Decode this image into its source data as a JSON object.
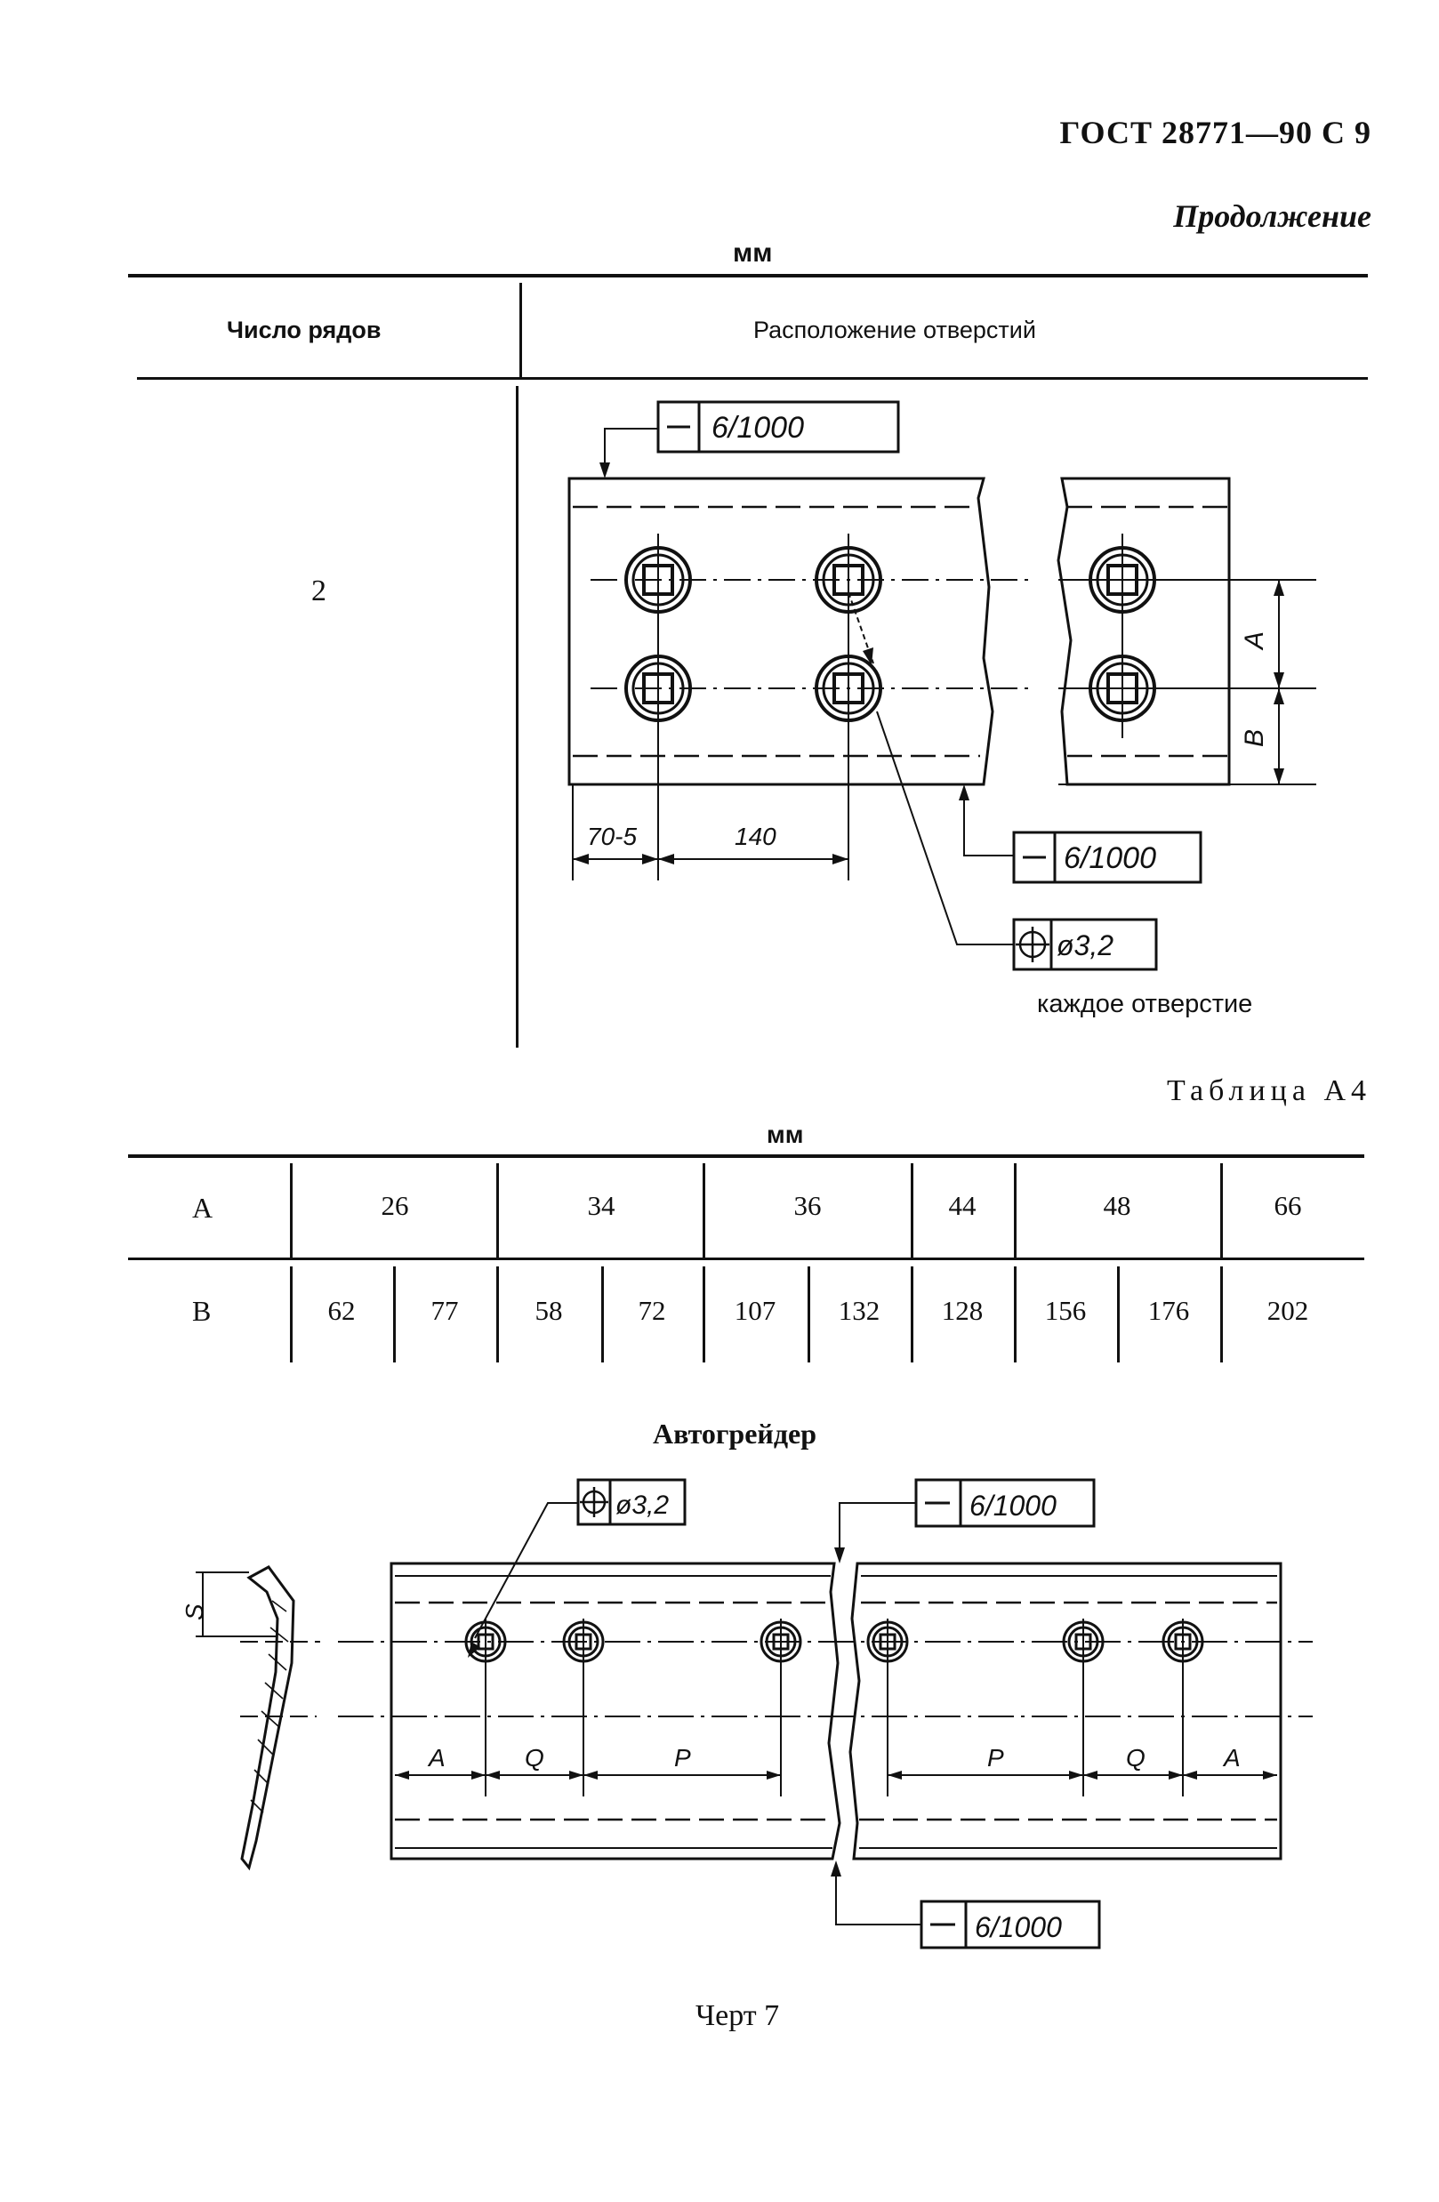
{
  "header": {
    "standard": "ГОСТ 28771—90 С 9",
    "continuation": "Продолжение"
  },
  "top_table": {
    "unit": "мм",
    "col1_header": "Число рядов",
    "col2_header": "Расположение отверстий",
    "rows_value": "2",
    "drawing": {
      "tolerance_flat_1": "6/1000",
      "tolerance_flat_2": "6/1000",
      "position_tolerance": "ø3,2",
      "dim_edge": "70-5",
      "dim_pitch": "140",
      "dim_a": "A",
      "dim_b": "B",
      "note": "каждое отверстие"
    }
  },
  "table_a4": {
    "title": "Таблица А4",
    "unit": "мм",
    "row_a_label": "А",
    "row_b_label": "В",
    "a_values": [
      "26",
      "34",
      "36",
      "44",
      "48",
      "66"
    ],
    "b_values": [
      "62",
      "77",
      "58",
      "72",
      "107",
      "132",
      "128",
      "156",
      "176",
      "202"
    ]
  },
  "grader": {
    "title": "Автогрейдер",
    "position_tolerance": "ø3,2",
    "tolerance_flat_top": "6/1000",
    "tolerance_flat_bottom": "6/1000",
    "dim_s": "S",
    "dim_a_left": "A",
    "dim_q_left": "Q",
    "dim_p_left": "P",
    "dim_p_right": "P",
    "dim_q_right": "Q",
    "dim_a_right": "A"
  },
  "caption": "Черт 7"
}
